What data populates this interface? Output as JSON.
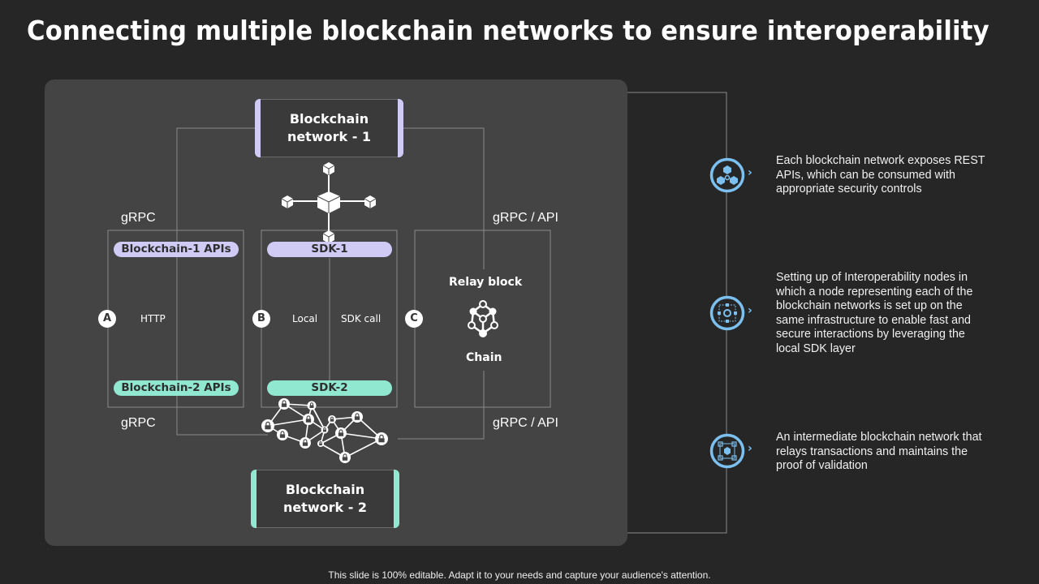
{
  "slide": {
    "title": "Connecting multiple blockchain networks to ensure interoperability",
    "footer": "This slide is 100% editable. Adapt it to your needs and capture your audience's attention."
  },
  "colors": {
    "background": "#262626",
    "panel": "#444444",
    "network1_accent": "#cfcbf5",
    "network2_accent": "#8fe8cf",
    "icon_accent": "#7cc0ef"
  },
  "diagram": {
    "network_1": {
      "line1": "Blockchain",
      "line2": "network - 1"
    },
    "network_2": {
      "line1": "Blockchain",
      "line2": "network - 2"
    },
    "protocol_labels": {
      "top_left": "gRPC",
      "bottom_left": "gRPC",
      "top_right": "gRPC / API",
      "bottom_right": "gRPC / API"
    },
    "columns": [
      {
        "badge": "A",
        "top_pill": "Blockchain-1 APIs",
        "bottom_pill": "Blockchain-2 APIs",
        "labels": [
          "HTTP"
        ]
      },
      {
        "badge": "B",
        "top_pill": "SDK-1",
        "bottom_pill": "SDK-2",
        "labels": [
          "Local",
          "SDK call"
        ]
      },
      {
        "badge": "C",
        "top_text": "Relay block",
        "bottom_text": "Chain",
        "icon": "relay-chain-icon"
      }
    ]
  },
  "descriptions": [
    {
      "icon": "network-cubes-icon",
      "text": "Each blockchain network exposes REST APIs, which can be consumed with appropriate security controls"
    },
    {
      "icon": "interoperability-nodes-icon",
      "text": "Setting up of Interoperability  nodes in which a node representing each of the blockchain networks is set up on the same infrastructure to enable fast and secure interactions by leveraging the local SDK layer"
    },
    {
      "icon": "relay-network-icon",
      "text": "An intermediate blockchain network that relays transactions and maintains the proof of validation"
    }
  ]
}
